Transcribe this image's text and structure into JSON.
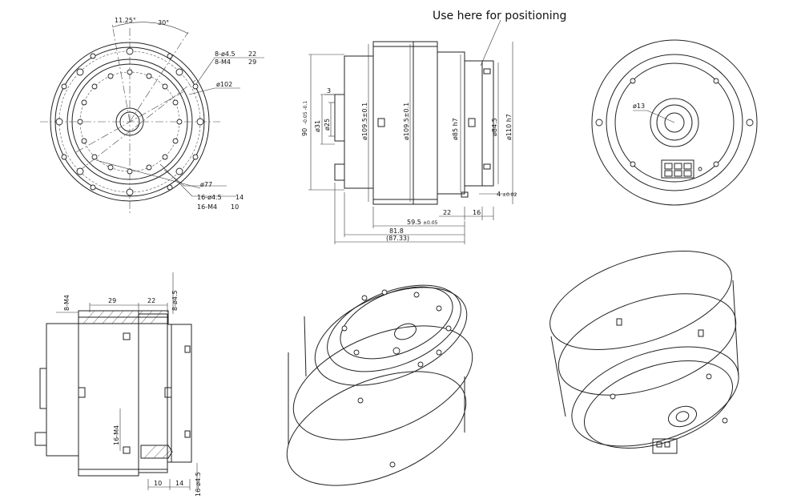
{
  "annotation": {
    "positioning_note": "Use here for positioning"
  },
  "front_view": {
    "angle_a": "11.25°",
    "angle_b": "30°",
    "holes_outer": "8-ø4.5",
    "holes_outer_depth": "22",
    "holes_outer_thread": "8-M4",
    "holes_outer_thread_depth": "29",
    "dia_102": "ø102",
    "dia_77": "ø77",
    "holes_inner": "16-ø4.5",
    "holes_inner_depth": "14",
    "holes_inner_thread": "16-M4",
    "holes_inner_thread_depth": "10"
  },
  "side_view": {
    "dim_3": "3",
    "dim_90": "90",
    "tol_90": "-0.05 -0.1",
    "dia_31": "ø31",
    "dia_25": "ø25",
    "dia_109_5_a": "ø109.5±0.1",
    "dia_109_5_b": "ø109.5±0.1",
    "dia_85": "ø85 h7",
    "dia_84_5": "ø84.5",
    "dia_110": "ø110 h7",
    "dim_4": "4",
    "tol_4": "±0.02",
    "dim_22": "22",
    "dim_16": "16",
    "dim_59_5": "59.5",
    "tol_59_5": "±0.05",
    "dim_81_8": "81.8",
    "dim_87_33": "(87.33)"
  },
  "rear_view": {
    "dia_13": "ø13"
  },
  "section_view": {
    "thread_8m4": "8-M4",
    "dim_29": "29",
    "dim_22": "22",
    "hole_8": "8-ø4.5",
    "thread_16m4": "16-M4",
    "dim_10": "10",
    "dim_14": "14",
    "hole_16": "16-ø4.5"
  }
}
